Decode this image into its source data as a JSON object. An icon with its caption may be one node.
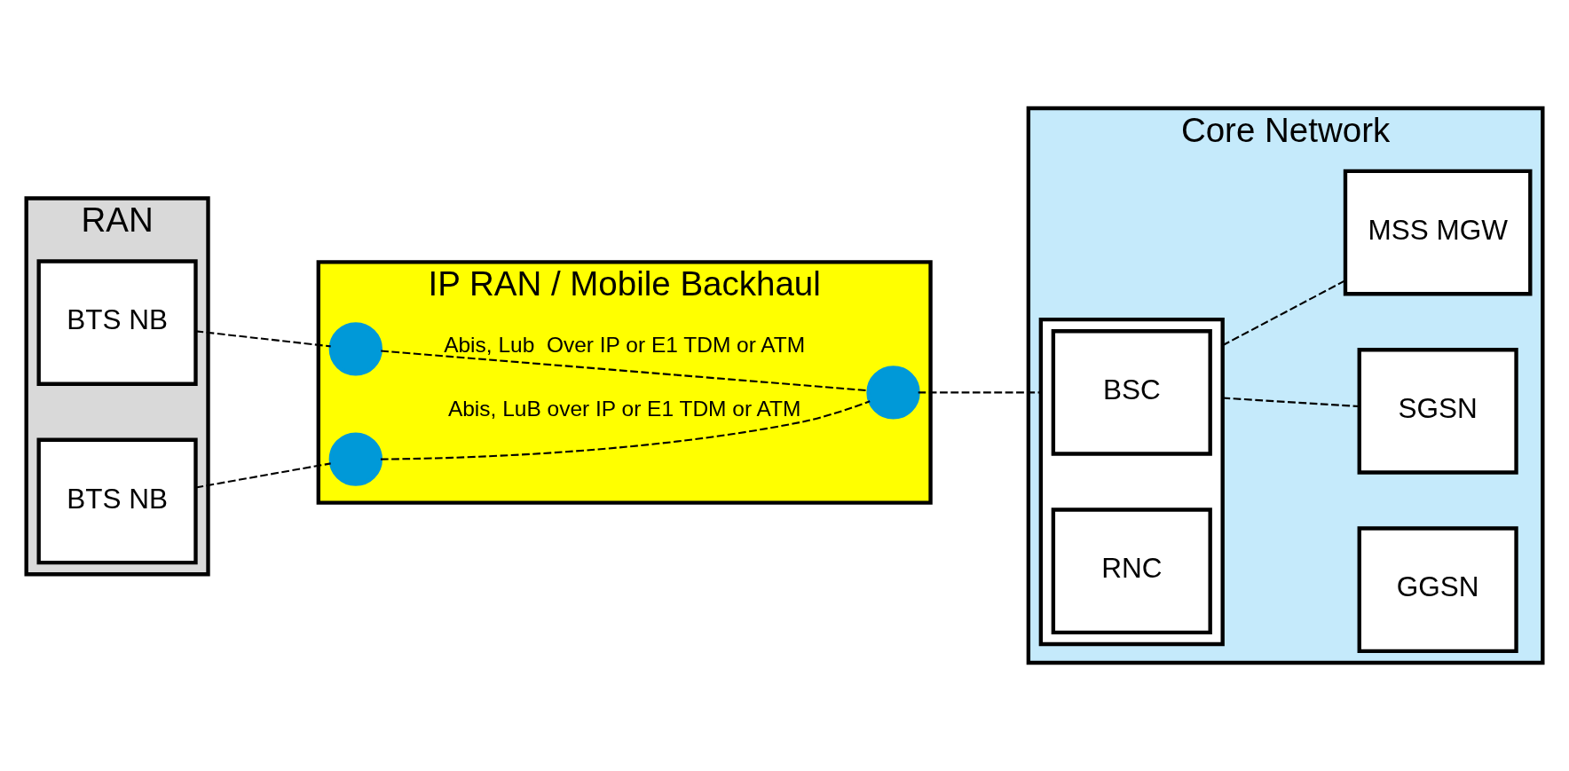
{
  "diagram": {
    "nodes": [
      {
        "text": [
          "RAN"
        ]
      },
      {
        "text": [
          "BTS NB"
        ],
        "in": 0
      },
      {
        "text": [
          "BTS NB"
        ],
        "in": 0
      },
      {
        "text": [
          "IP RAN / Mobile Backhaul"
        ]
      },
      {
        "text": [],
        "shape": "circle",
        "in": 3
      },
      {
        "text": [],
        "shape": "circle",
        "in": 3
      },
      {
        "text": [],
        "shape": "circle",
        "in": 3
      },
      {
        "text": [
          "Core Network"
        ]
      },
      {
        "text": [
          "SGSN"
        ],
        "in": 7
      },
      {
        "text": [
          "GGSN"
        ],
        "in": 7
      },
      {
        "text": [],
        "shape": "box",
        "in": 7
      },
      {
        "text": [
          "BSC"
        ],
        "in": 10
      },
      {
        "text": [
          "RNC"
        ],
        "in": 10
      },
      {
        "text": [
          "MSS MGW"
        ],
        "in": 7
      }
    ],
    "edges": [
      {
        "from": 1,
        "to": 4,
        "arrow": "none",
        "style": "dashed"
      },
      {
        "from": 4,
        "to": 6,
        "arrow": "none",
        "style": "dashed",
        "label": "Abis, Lub  Over IP or E1 TDM or ATM"
      },
      {
        "from": 2,
        "to": 5,
        "arrow": "none",
        "style": "dashed"
      },
      {
        "from": 5,
        "to": 6,
        "arrow": "none",
        "style": "dashed",
        "label": "Abis, LuB over IP or E1 TDM or ATM"
      },
      {
        "from": 6,
        "to": 10,
        "arrow": "none",
        "style": "dashed"
      },
      {
        "from": 10,
        "to": 8,
        "arrow": "none",
        "style": "dashed"
      },
      {
        "from": 10,
        "to": 13,
        "arrow": "none",
        "style": "dashed"
      }
    ]
  }
}
